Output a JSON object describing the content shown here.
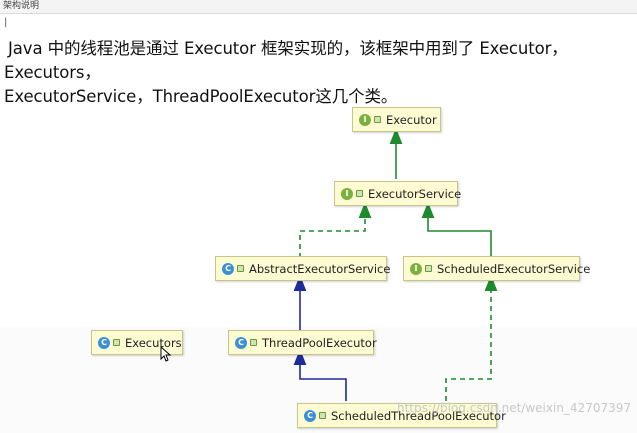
{
  "window": {
    "title": "架构说明",
    "caret": "|"
  },
  "intro": {
    "line1": "Java 中的线程池是通过 Executor 框架实现的，该框架中用到了 Executor，Executors，",
    "line2": "ExecutorService，ThreadPoolExecutor这几个类。"
  },
  "diagram": {
    "nodes": {
      "executor": {
        "kind": "I",
        "label": "Executor"
      },
      "executor_service": {
        "kind": "I",
        "label": "ExecutorService"
      },
      "abstract_executor_service": {
        "kind": "C",
        "label": "AbstractExecutorService"
      },
      "scheduled_executor_service": {
        "kind": "I",
        "label": "ScheduledExecutorService"
      },
      "executors": {
        "kind": "C",
        "label": "Executors"
      },
      "thread_pool_executor": {
        "kind": "C",
        "label": "ThreadPoolExecutor"
      },
      "scheduled_thread_pool_executor": {
        "kind": "C",
        "label": "ScheduledThreadPoolExecutor"
      }
    },
    "edges": [
      {
        "from": "executor_service",
        "to": "executor",
        "type": "extends-interface"
      },
      {
        "from": "abstract_executor_service",
        "to": "executor_service",
        "type": "implements"
      },
      {
        "from": "scheduled_executor_service",
        "to": "executor_service",
        "type": "extends-interface"
      },
      {
        "from": "thread_pool_executor",
        "to": "abstract_executor_service",
        "type": "extends-class"
      },
      {
        "from": "scheduled_thread_pool_executor",
        "to": "thread_pool_executor",
        "type": "extends-class"
      },
      {
        "from": "scheduled_thread_pool_executor",
        "to": "scheduled_executor_service",
        "type": "implements"
      }
    ],
    "colors": {
      "interface_edge": "#1e8a2e",
      "class_edge": "#1f2a9c",
      "node_fill": "#fdfbd2",
      "interface_badge": "#7db13d",
      "class_badge": "#3c8fd6"
    }
  },
  "watermark": "https://blog.csdn.net/weixin_42707397"
}
